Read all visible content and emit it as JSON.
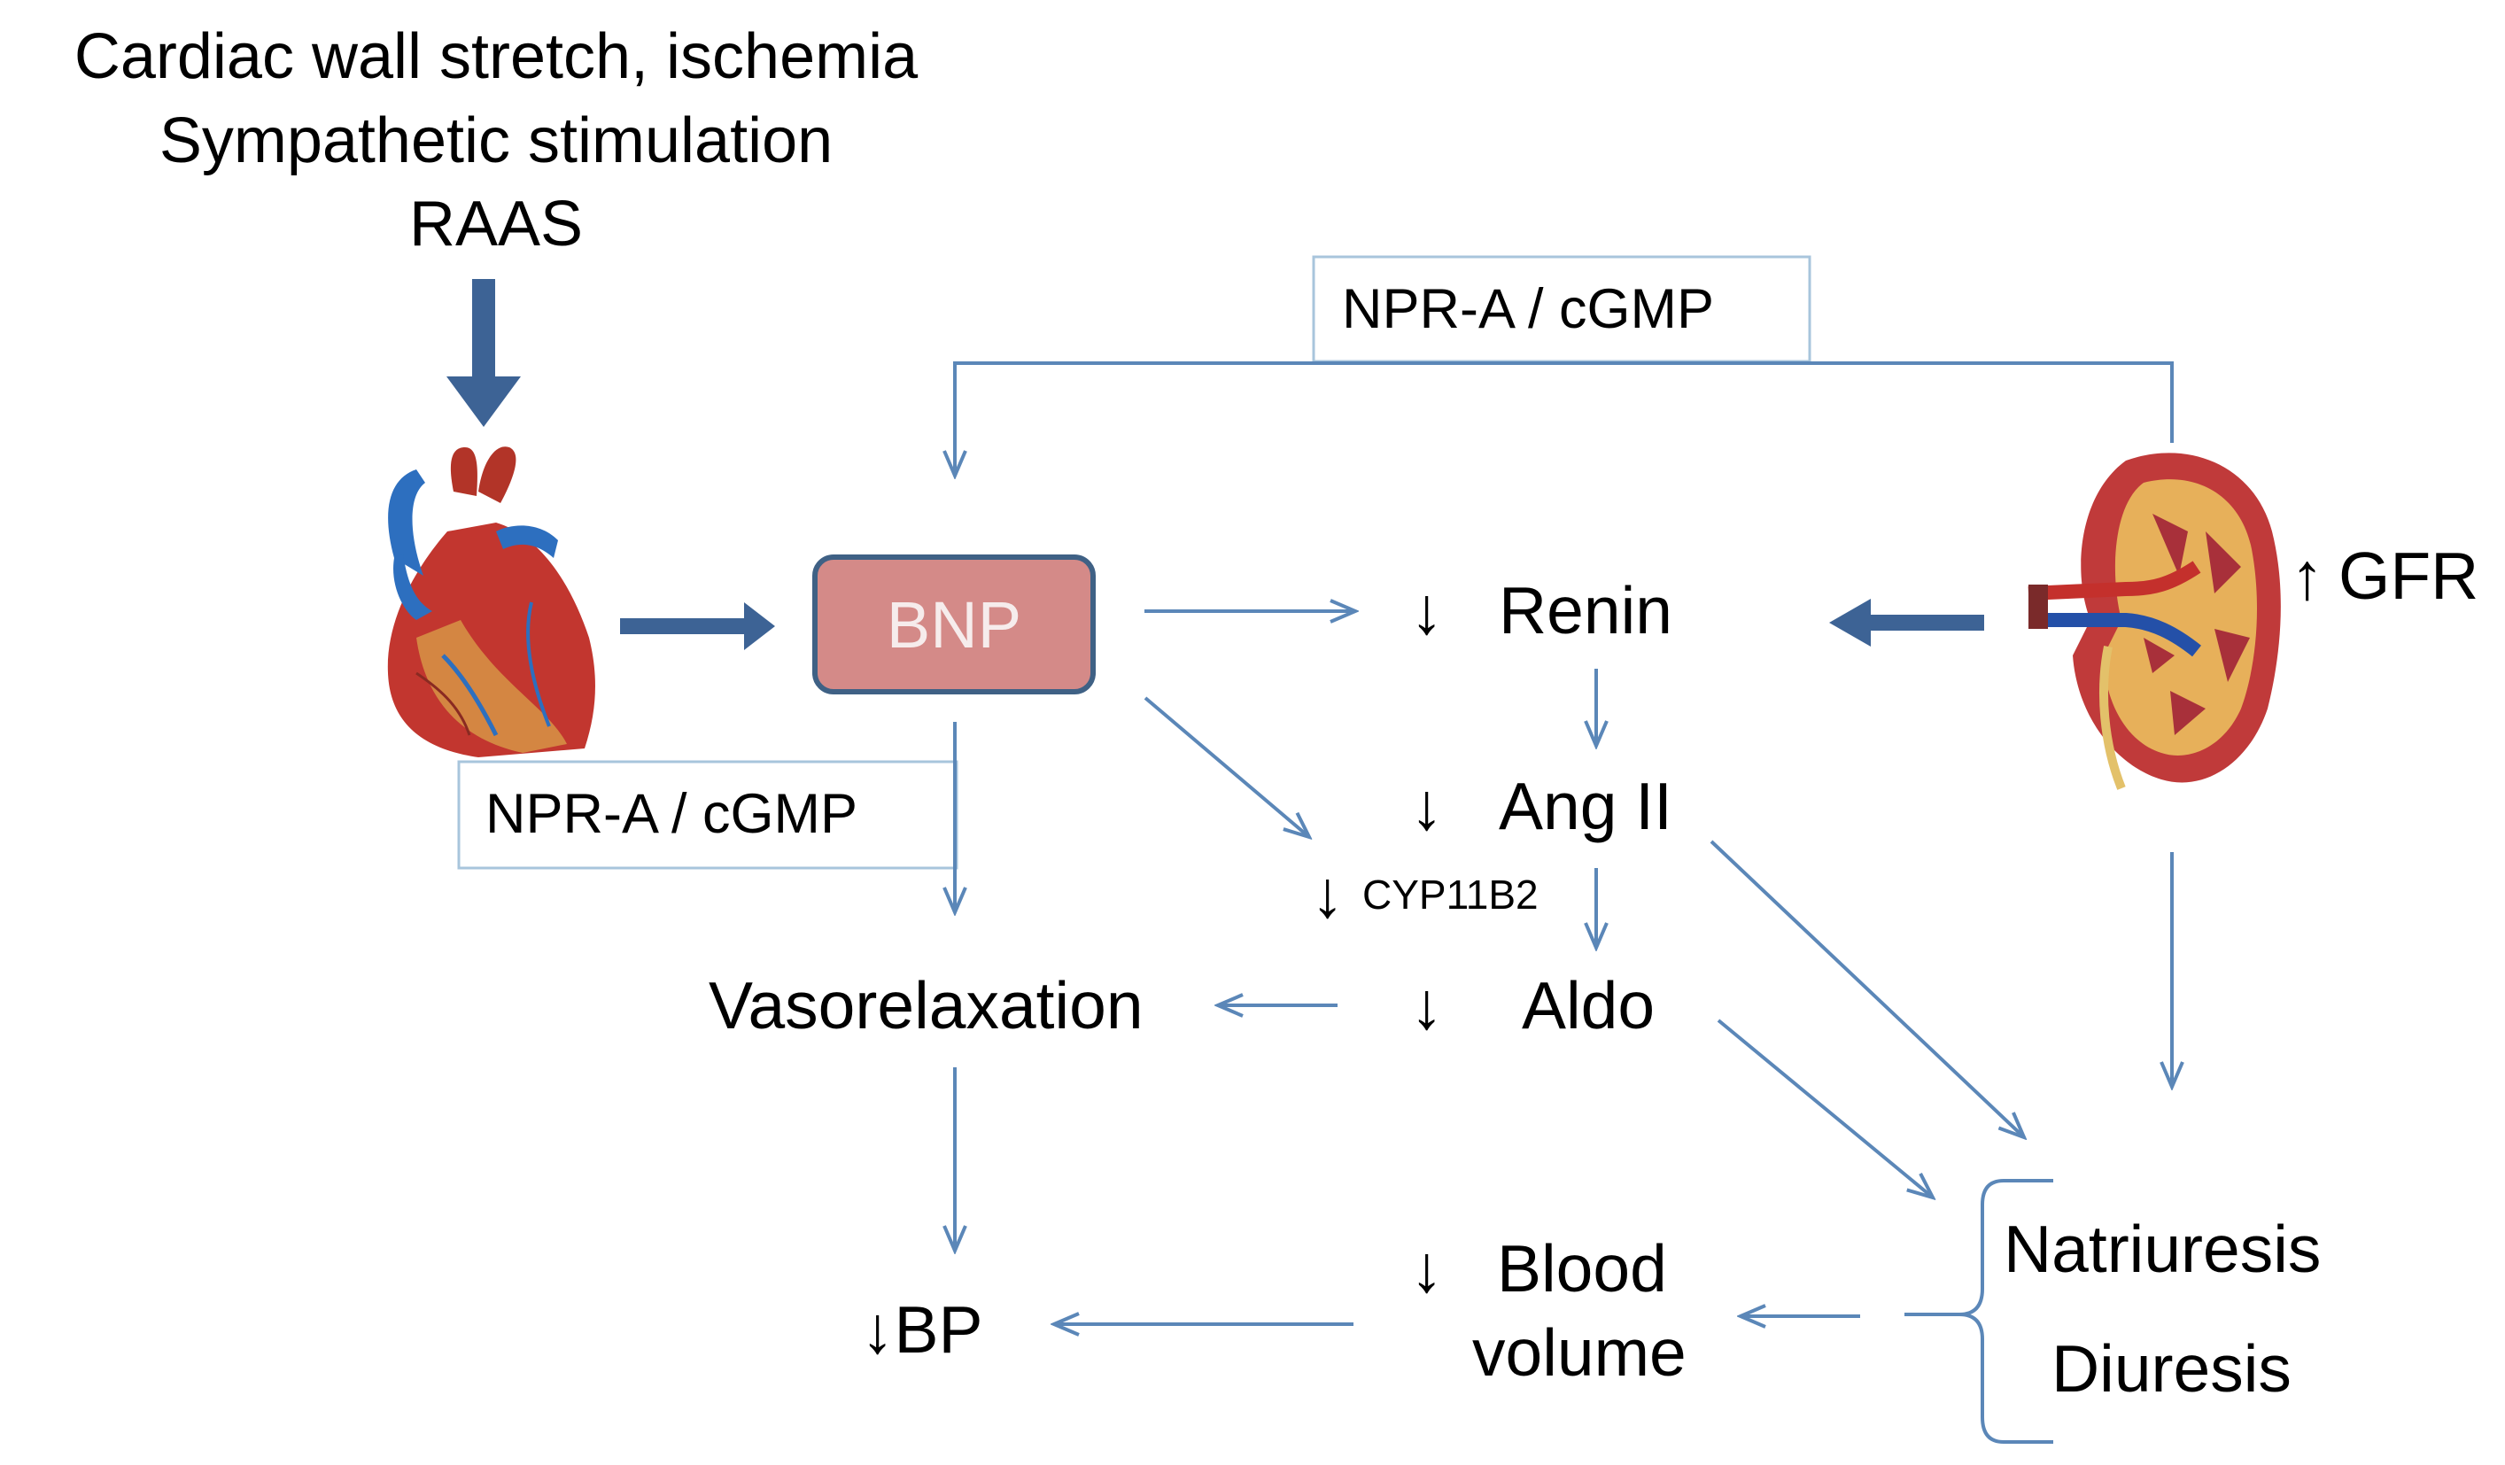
{
  "triggers": {
    "line1": "Cardiac wall stretch, ischemia",
    "line2": "Sympathetic stimulation",
    "line3": "RAAS"
  },
  "receptor_top": "NPR-A / cGMP",
  "receptor_left": "NPR-A / cGMP",
  "bnp": "BNP",
  "renin": {
    "arrow": "↓",
    "label": "Renin"
  },
  "ang2": {
    "arrow": "↓",
    "label": "Ang II"
  },
  "cyp": {
    "arrow": "↓",
    "label": "CYP11B2"
  },
  "aldo": {
    "arrow": "↓",
    "label": "Aldo"
  },
  "vasorelaxation": "Vasorelaxation",
  "gfr": {
    "arrow": "↑",
    "label": "GFR"
  },
  "bp": "↓BP",
  "blood_volume": {
    "arrow": "↓",
    "line1": "Blood",
    "line2": "volume"
  },
  "natriuresis": "Natriuresis",
  "diuresis": "Diuresis",
  "icons": {
    "heart": "heart-icon",
    "kidney": "kidney-icon"
  },
  "colors": {
    "thick_arrow": "#3d6395",
    "thin_arrow": "#5b87b8",
    "receptor_box_border": "#a8c5dc",
    "bnp_fill": "#d48a88",
    "bnp_border": "#3f6185"
  }
}
